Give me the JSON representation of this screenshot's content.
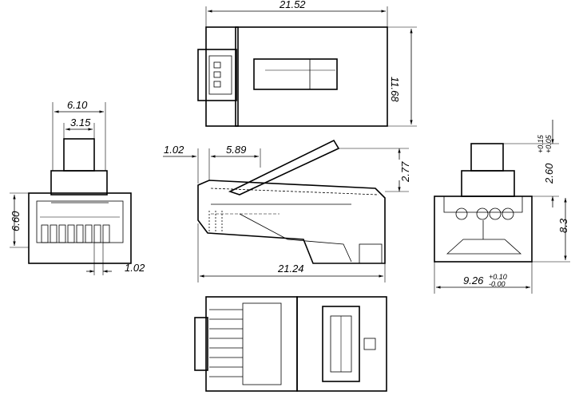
{
  "drawing": {
    "dimensions": {
      "overall_length": "21.52",
      "body_height": "11.68",
      "prong_width": "6.10",
      "tab_width": "3.15",
      "front_height": "6.60",
      "pin_pitch": "1.02",
      "side_offset": "1.02",
      "side_length": "5.89",
      "latch_height": "2.77",
      "side_overall_length": "21.24",
      "rear_tab_height": "2.60",
      "rear_tab_tol_upper": "+0.15",
      "rear_tab_tol_lower": "+0.05",
      "rear_height": "8.3",
      "rear_width": "9.26",
      "rear_width_tol_upper": "+0.10",
      "rear_width_tol_lower": "-0.00"
    }
  }
}
